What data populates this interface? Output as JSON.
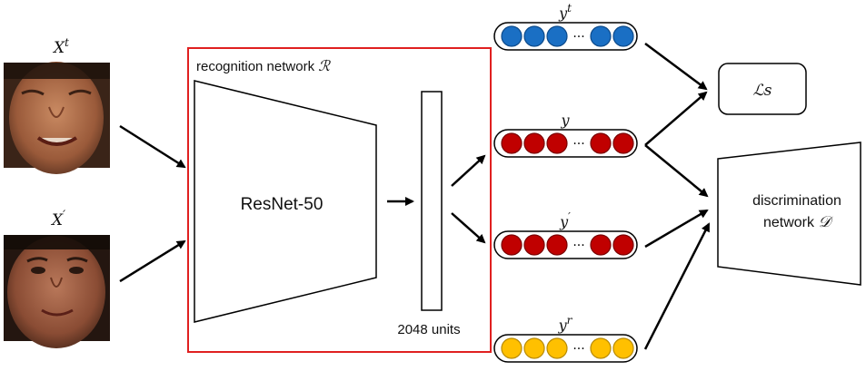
{
  "inputs": {
    "target_face": {
      "label_base": "X",
      "label_sup": "t",
      "icon": "face-photo-eyes-closed-smiling"
    },
    "query_face": {
      "label_base": "X",
      "label_sup": "′",
      "icon": "face-photo-looking-up-smiling"
    }
  },
  "recognition": {
    "box_label": "recognition network ",
    "box_symbol": "ℛ",
    "backbone_label": "ResNet-50",
    "feature_layer_label": "2048 units",
    "border_color": "#e02020"
  },
  "outputs": [
    {
      "label_base": "y",
      "label_sup": "t",
      "color": "#1a6fc4",
      "stroke": "#0d4a8a"
    },
    {
      "label_base": "y",
      "label_sup": "",
      "color": "#c00000",
      "stroke": "#7a0000"
    },
    {
      "label_base": "y",
      "label_sup": "′",
      "color": "#c00000",
      "stroke": "#7a0000"
    },
    {
      "label_base": "y",
      "label_sup": "r",
      "color": "#ffc000",
      "stroke": "#b88a00"
    }
  ],
  "vector_ellipsis": "···",
  "loss": {
    "label": "ℒs"
  },
  "discrimination": {
    "line1": "discrimination",
    "line2": "network ",
    "symbol": "𝒟"
  }
}
